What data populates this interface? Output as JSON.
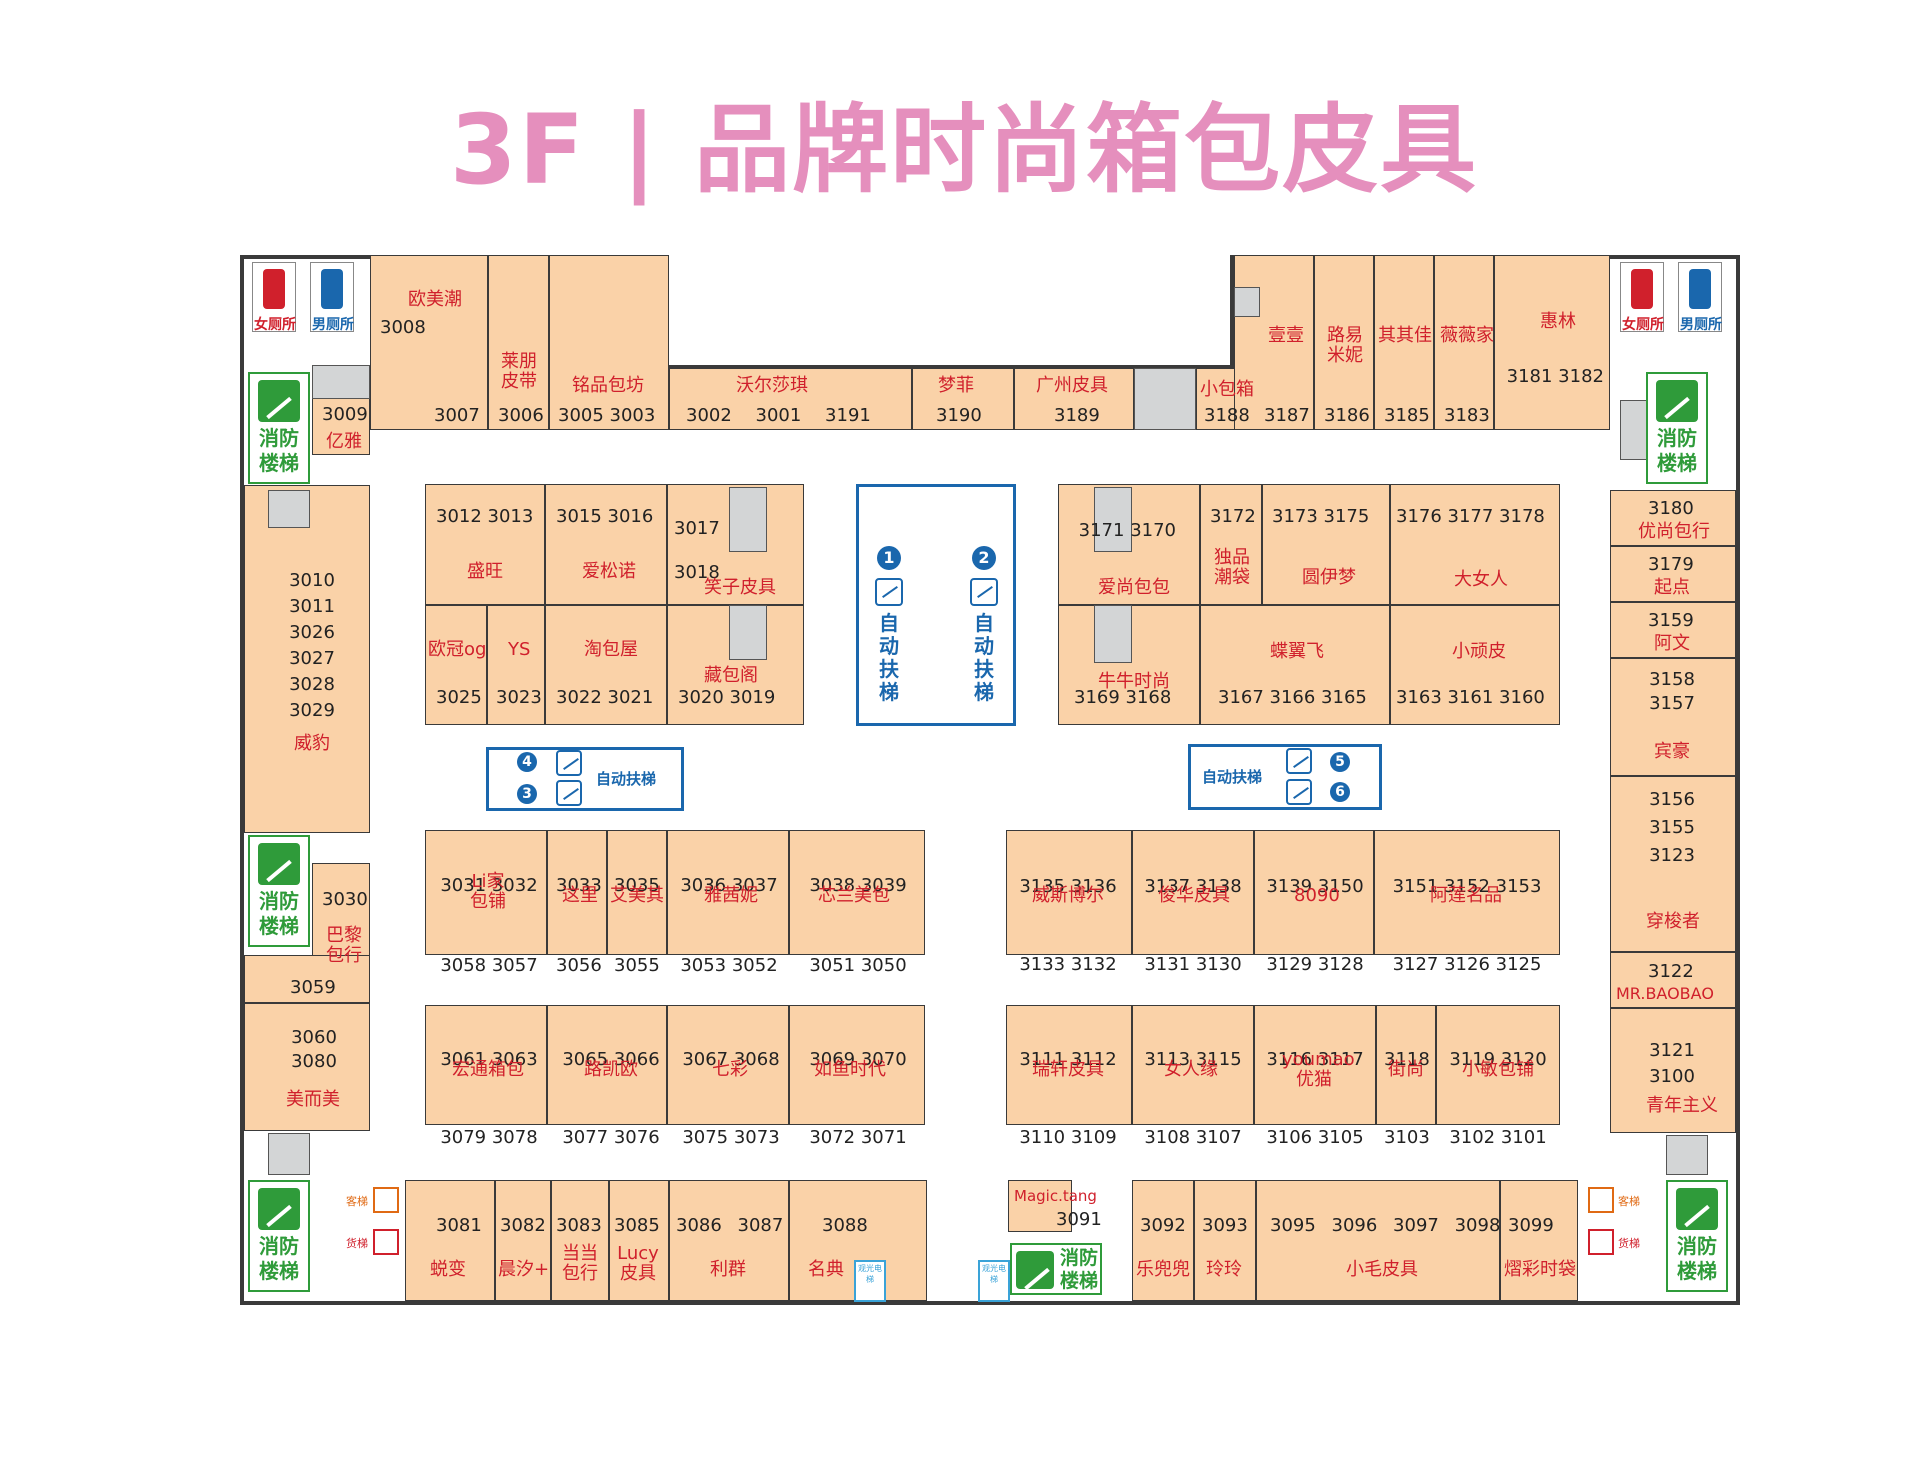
{
  "title": "3F | 品牌时尚箱包皮具",
  "colors": {
    "shop": "#fad2a8",
    "title": "#e58fbd",
    "name": "#d0202c",
    "escalator": "#1a67ad",
    "fire": "#2f9b3a",
    "female": "#d0202c",
    "male": "#1a67ad"
  },
  "restrooms": {
    "female": "女厕所",
    "male": "男厕所"
  },
  "fire_stairs": "消防楼梯",
  "escalators": {
    "label": "自动扶梯",
    "vertical": "自动扶梯",
    "n1": "1",
    "n2": "2",
    "n3": "3",
    "n4": "4",
    "n5": "5",
    "n6": "6"
  },
  "lifts": {
    "passenger": "客梯",
    "freight": "货梯",
    "panorama": "观光电梯"
  },
  "shops": [
    {
      "id": "s3008",
      "t": "3008",
      "n": "欧美潮"
    },
    {
      "id": "s3007",
      "t": "3007",
      "n": ""
    },
    {
      "id": "s3006",
      "t": "3006",
      "n": "莱朋皮带"
    },
    {
      "id": "s3005",
      "t": "3005 3003",
      "n": "铭品包坊"
    },
    {
      "id": "s3002",
      "t": "3002 3001 3191",
      "n": "沃尔莎琪"
    },
    {
      "id": "s3190",
      "t": "3190",
      "n": "梦菲"
    },
    {
      "id": "s3189",
      "t": "3189",
      "n": "广州皮具"
    },
    {
      "id": "s3188",
      "t": "3188",
      "n": "小包箱"
    },
    {
      "id": "s3187",
      "t": "3187",
      "n": "壹壹"
    },
    {
      "id": "s3186",
      "t": "3186",
      "n": "路易米妮"
    },
    {
      "id": "s3185",
      "t": "3185",
      "n": "其其佳"
    },
    {
      "id": "s3183",
      "t": "3183",
      "n": "薇薇家"
    },
    {
      "id": "s3182",
      "t": "3181 3182",
      "n": "惠林"
    },
    {
      "id": "s3009",
      "t": "3009",
      "n": "亿雅"
    },
    {
      "id": "s3010",
      "t": "3010 3011 3026 3027 3028 3029",
      "n": "威豹"
    },
    {
      "id": "s3030",
      "t": "3030",
      "n": "巴黎包行"
    },
    {
      "id": "s3059",
      "t": "3059",
      "n": ""
    },
    {
      "id": "s3060",
      "t": "3060 3080",
      "n": "美而美"
    },
    {
      "id": "s3012",
      "t": "3012 3013",
      "n": "盛旺"
    },
    {
      "id": "s3015",
      "t": "3015 3016",
      "n": "爱松诺"
    },
    {
      "id": "s3017",
      "t": "3017 3018",
      "n": "笑子皮具"
    },
    {
      "id": "s3025",
      "t": "3025",
      "n": "欧冠og"
    },
    {
      "id": "s3023",
      "t": "3023",
      "n": "YS"
    },
    {
      "id": "s3022",
      "t": "3022 3021",
      "n": "淘包屋"
    },
    {
      "id": "s3020",
      "t": "3020 3019",
      "n": "藏包阁"
    },
    {
      "id": "s3171",
      "t": "3170 3171",
      "n": "爱尚包包"
    },
    {
      "id": "s3172",
      "t": "3172",
      "n": "独品潮袋"
    },
    {
      "id": "s3173",
      "t": "3173 3175",
      "n": "圆伊梦"
    },
    {
      "id": "s3176",
      "t": "3176 3177 3178",
      "n": "大女人"
    },
    {
      "id": "s3169",
      "t": "3169 3168",
      "n": "牛牛时尚"
    },
    {
      "id": "s3167",
      "t": "3167 3166 3165",
      "n": "蝶翼飞"
    },
    {
      "id": "s3163",
      "t": "3163 3161 3160",
      "n": "小顽皮"
    },
    {
      "id": "s3180",
      "t": "3180",
      "n": "优尚包行"
    },
    {
      "id": "s3179",
      "t": "3179",
      "n": "起点"
    },
    {
      "id": "s3159",
      "t": "3159",
      "n": "阿文"
    },
    {
      "id": "s3158",
      "t": "3158 3157",
      "n": "宾豪"
    },
    {
      "id": "s3156",
      "t": "3156 3155 3123",
      "n": "穿梭者"
    },
    {
      "id": "s3122",
      "t": "3122",
      "n": "MR.BAOBAO"
    },
    {
      "id": "s3121",
      "t": "3121 3100",
      "n": "青年主义"
    },
    {
      "id": "s3031",
      "t": "3031 3032 3058 3057",
      "n": "Li家包铺"
    },
    {
      "id": "s3033",
      "t": "3033 3056",
      "n": "这里"
    },
    {
      "id": "s3035",
      "t": "3035 3055",
      "n": "艾美其"
    },
    {
      "id": "s3036",
      "t": "3036 3037 3053 3052",
      "n": "雅茜妮"
    },
    {
      "id": "s3038",
      "t": "3038 3039 3051 3050",
      "n": "芯兰美包"
    },
    {
      "id": "s3135",
      "t": "3135 3136 3133 3132",
      "n": "威斯博尔"
    },
    {
      "id": "s3137",
      "t": "3137 3138 3131 3130",
      "n": "俊华皮具"
    },
    {
      "id": "s3139",
      "t": "3139 3150 3129 3128",
      "n": "8090"
    },
    {
      "id": "s3151",
      "t": "3151 3152 3153 3127 3126 3125",
      "n": "阿莲名品"
    },
    {
      "id": "s3061",
      "t": "3061 3063 3079 3078",
      "n": "宏通箱包"
    },
    {
      "id": "s3065",
      "t": "3065 3066 3077 3076",
      "n": "路凯欧"
    },
    {
      "id": "s3067",
      "t": "3067 3068 3075 3073",
      "n": "七彩"
    },
    {
      "id": "s3069",
      "t": "3069 3070 3072 3071",
      "n": "如鱼时代"
    },
    {
      "id": "s3111",
      "t": "3111 3112 3110 3109",
      "n": "瑞轩皮具"
    },
    {
      "id": "s3113",
      "t": "3113 3115 3108 3107",
      "n": "女人缘"
    },
    {
      "id": "s3116",
      "t": "3116 3117 3106 3105",
      "n": "youmao优猫"
    },
    {
      "id": "s3118",
      "t": "3118 3103",
      "n": "街尚"
    },
    {
      "id": "s3119",
      "t": "3119 3120 3102 3101",
      "n": "小敏包铺"
    },
    {
      "id": "s3081",
      "t": "3081",
      "n": "蜕变"
    },
    {
      "id": "s3082",
      "t": "3082",
      "n": "晨汐+"
    },
    {
      "id": "s3083",
      "t": "3083",
      "n": "当当包行"
    },
    {
      "id": "s3085",
      "t": "3085",
      "n": "Lucy皮具"
    },
    {
      "id": "s3086",
      "t": "3086 3087",
      "n": "利群"
    },
    {
      "id": "s3088",
      "t": "3088",
      "n": "名典"
    },
    {
      "id": "s3091",
      "t": "3091",
      "n": "Magic.tang"
    },
    {
      "id": "s3092",
      "t": "3092",
      "n": "乐兜兜"
    },
    {
      "id": "s3093",
      "t": "3093",
      "n": "玲玲"
    },
    {
      "id": "s3095",
      "t": "3095 3096 3097 3098",
      "n": "小毛皮具"
    },
    {
      "id": "s3099",
      "t": "3099",
      "n": "熠彩时袋"
    }
  ]
}
